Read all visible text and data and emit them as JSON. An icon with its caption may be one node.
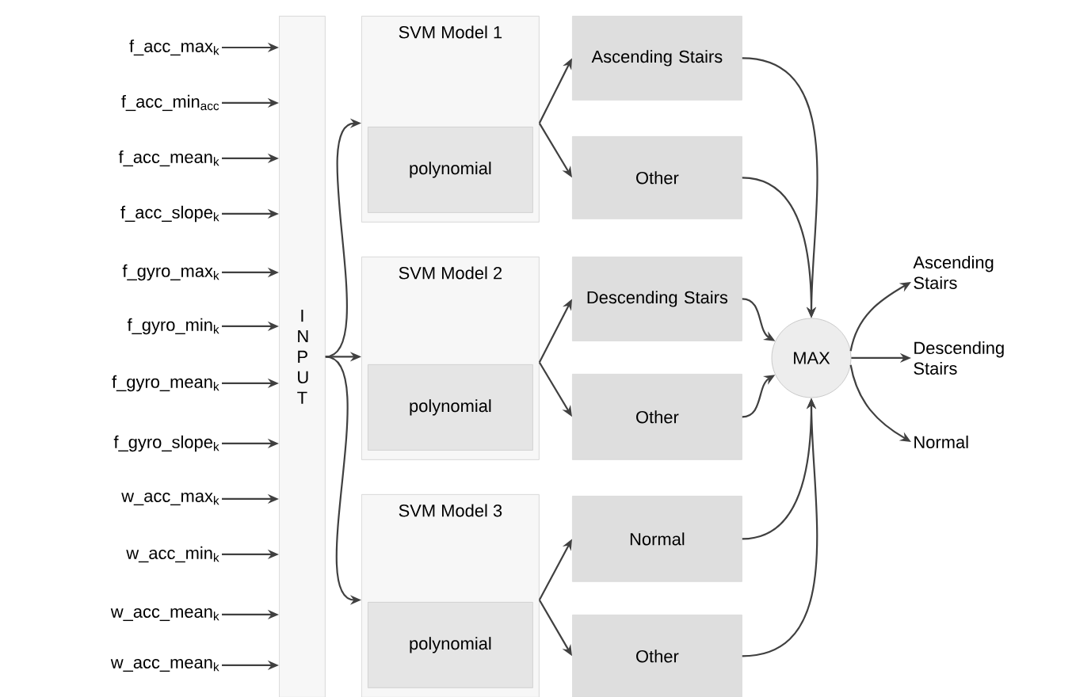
{
  "diagram": {
    "nodes": [
      {
        "text": [
          "f_acc_max$_{k}$"
        ]
      },
      {
        "text": [
          "f_acc_min$_{acc}$"
        ]
      },
      {
        "text": [
          "f_acc_mean$_{k}$"
        ]
      },
      {
        "text": [
          "f_acc_slope$_{k}$"
        ]
      },
      {
        "text": [
          "f_gyro_max$_{k}$"
        ]
      },
      {
        "text": [
          "f_gyro_min$_{k}$"
        ]
      },
      {
        "text": [
          "f_gyro_mean$_{k}$"
        ]
      },
      {
        "text": [
          "f_gyro_slope$_{k}$"
        ]
      },
      {
        "text": [
          "w_acc_max$_{k}$"
        ]
      },
      {
        "text": [
          "w_acc_min$_{k}$"
        ]
      },
      {
        "text": [
          "w_acc_mean$_{k}$"
        ]
      },
      {
        "text": [
          "w_acc_mean$_{k}$"
        ]
      },
      {
        "text": [
          "I N P U T"
        ]
      },
      {
        "text": [
          "SVM Model 1"
        ]
      },
      {
        "text": [
          "polynomial"
        ],
        "in": 13
      },
      {
        "text": [
          "Ascending Stairs"
        ]
      },
      {
        "text": [
          "Other"
        ]
      },
      {
        "text": [
          "SVM Model 2"
        ]
      },
      {
        "text": [
          "polynomial"
        ],
        "in": 17
      },
      {
        "text": [
          "Descending Stairs"
        ]
      },
      {
        "text": [
          "Other"
        ]
      },
      {
        "text": [
          "SVM Model 3"
        ]
      },
      {
        "text": [
          "polynomial"
        ],
        "in": 21
      },
      {
        "text": [
          "Normal"
        ]
      },
      {
        "text": [
          "Other"
        ]
      },
      {
        "text": [
          "MAX"
        ]
      },
      {
        "text": [
          "Ascending Stairs"
        ]
      },
      {
        "text": [
          "Descending Stairs"
        ]
      },
      {
        "text": [
          "Normal"
        ]
      }
    ],
    "edges": [
      {
        "from": 0,
        "to": 12,
        "arrow": "to"
      },
      {
        "from": 1,
        "to": 12,
        "arrow": "to"
      },
      {
        "from": 2,
        "to": 12,
        "arrow": "to"
      },
      {
        "from": 3,
        "to": 12,
        "arrow": "to"
      },
      {
        "from": 4,
        "to": 12,
        "arrow": "to"
      },
      {
        "from": 5,
        "to": 12,
        "arrow": "to"
      },
      {
        "from": 6,
        "to": 12,
        "arrow": "to"
      },
      {
        "from": 7,
        "to": 12,
        "arrow": "to"
      },
      {
        "from": 8,
        "to": 12,
        "arrow": "to"
      },
      {
        "from": 9,
        "to": 12,
        "arrow": "to"
      },
      {
        "from": 10,
        "to": 12,
        "arrow": "to"
      },
      {
        "from": 11,
        "to": 12,
        "arrow": "to"
      },
      {
        "from": 12,
        "to": 13,
        "arrow": "to"
      },
      {
        "from": 12,
        "to": 17,
        "arrow": "to"
      },
      {
        "from": 12,
        "to": 21,
        "arrow": "to"
      },
      {
        "from": 13,
        "to": 15,
        "arrow": "to"
      },
      {
        "from": 13,
        "to": 16,
        "arrow": "to"
      },
      {
        "from": 17,
        "to": 19,
        "arrow": "to"
      },
      {
        "from": 17,
        "to": 20,
        "arrow": "to"
      },
      {
        "from": 21,
        "to": 23,
        "arrow": "to"
      },
      {
        "from": 21,
        "to": 24,
        "arrow": "to"
      },
      {
        "from": 15,
        "to": 25,
        "arrow": "to"
      },
      {
        "from": 16,
        "to": 25,
        "arrow": "to"
      },
      {
        "from": 19,
        "to": 25,
        "arrow": "to"
      },
      {
        "from": 20,
        "to": 25,
        "arrow": "to"
      },
      {
        "from": 23,
        "to": 25,
        "arrow": "to"
      },
      {
        "from": 24,
        "to": 25,
        "arrow": "to"
      },
      {
        "from": 25,
        "to": 26,
        "arrow": "to"
      },
      {
        "from": 25,
        "to": 27,
        "arrow": "to"
      },
      {
        "from": 25,
        "to": 28,
        "arrow": "to"
      }
    ]
  }
}
